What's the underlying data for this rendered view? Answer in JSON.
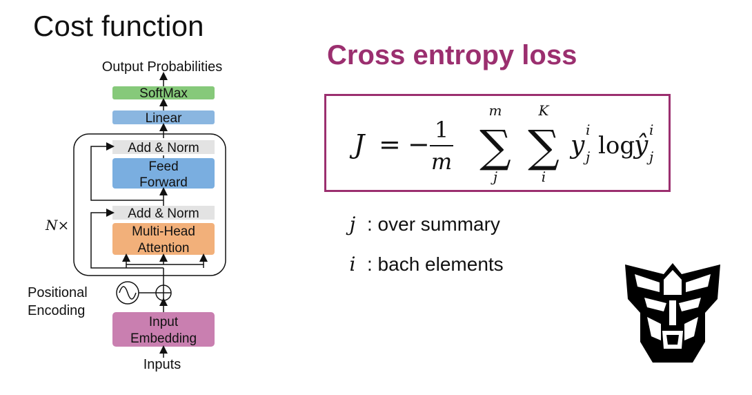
{
  "slide": {
    "title": "Cost function",
    "section_title": "Cross entropy loss"
  },
  "formula": {
    "lhs": "J",
    "equals": "=",
    "minus": "−",
    "numerator": "1",
    "denominator": "m",
    "sum1_upper": "m",
    "sum1_lower": "j",
    "sum2_upper": "K",
    "sum2_lower": "i",
    "y": "y",
    "y_sup": "i",
    "y_sub": "j",
    "log": "log",
    "yhat": "ŷ",
    "yhat_sup": "i",
    "yhat_sub": "j"
  },
  "definitions": [
    {
      "var": "j",
      "text": ": over summary"
    },
    {
      "var": "i",
      "text": ": bach elements"
    }
  ],
  "diagram": {
    "output_label": "Output Probabilities",
    "softmax": "SoftMax",
    "linear": "Linear",
    "add_norm_top": "Add & Norm",
    "feed_forward_1": "Feed",
    "feed_forward_2": "Forward",
    "add_norm_bottom": "Add & Norm",
    "mha_1": "Multi-Head",
    "mha_2": "Attention",
    "nx": "N×",
    "pos_enc_1": "Positional",
    "pos_enc_2": "Encoding",
    "input_emb_1": "Input",
    "input_emb_2": "Embedding",
    "inputs_label": "Inputs"
  },
  "colors": {
    "accent": "#9b2f6f",
    "softmax_fill": "#86c97a",
    "linear_fill": "#8ab6e0",
    "feed_forward_fill": "#7aaee0",
    "attention_fill": "#f2b07a",
    "add_norm_fill": "#e3e3e3",
    "embedding_fill": "#c97fb0"
  },
  "logo": {
    "icon": "autobot-icon"
  }
}
